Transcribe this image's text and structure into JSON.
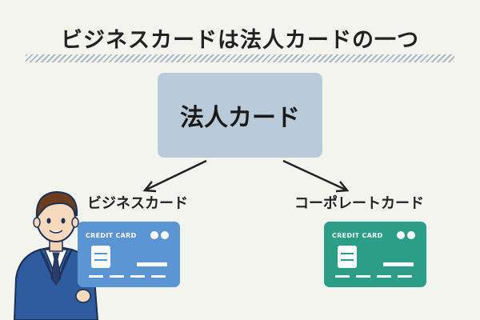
{
  "title": "ビジネスカードは法人カードの一つ",
  "root": {
    "label": "法人カード"
  },
  "children": [
    {
      "label": "ビジネスカード",
      "card_text": "CREDIT CARD",
      "card_color": "#5b95d4"
    },
    {
      "label": "コーポレートカード",
      "card_text": "CREDIT CARD",
      "card_color": "#2a9e86"
    }
  ],
  "colors": {
    "background": "#f4f4ee",
    "root_box": "#b9cad8",
    "underline": "#aab8c6"
  }
}
